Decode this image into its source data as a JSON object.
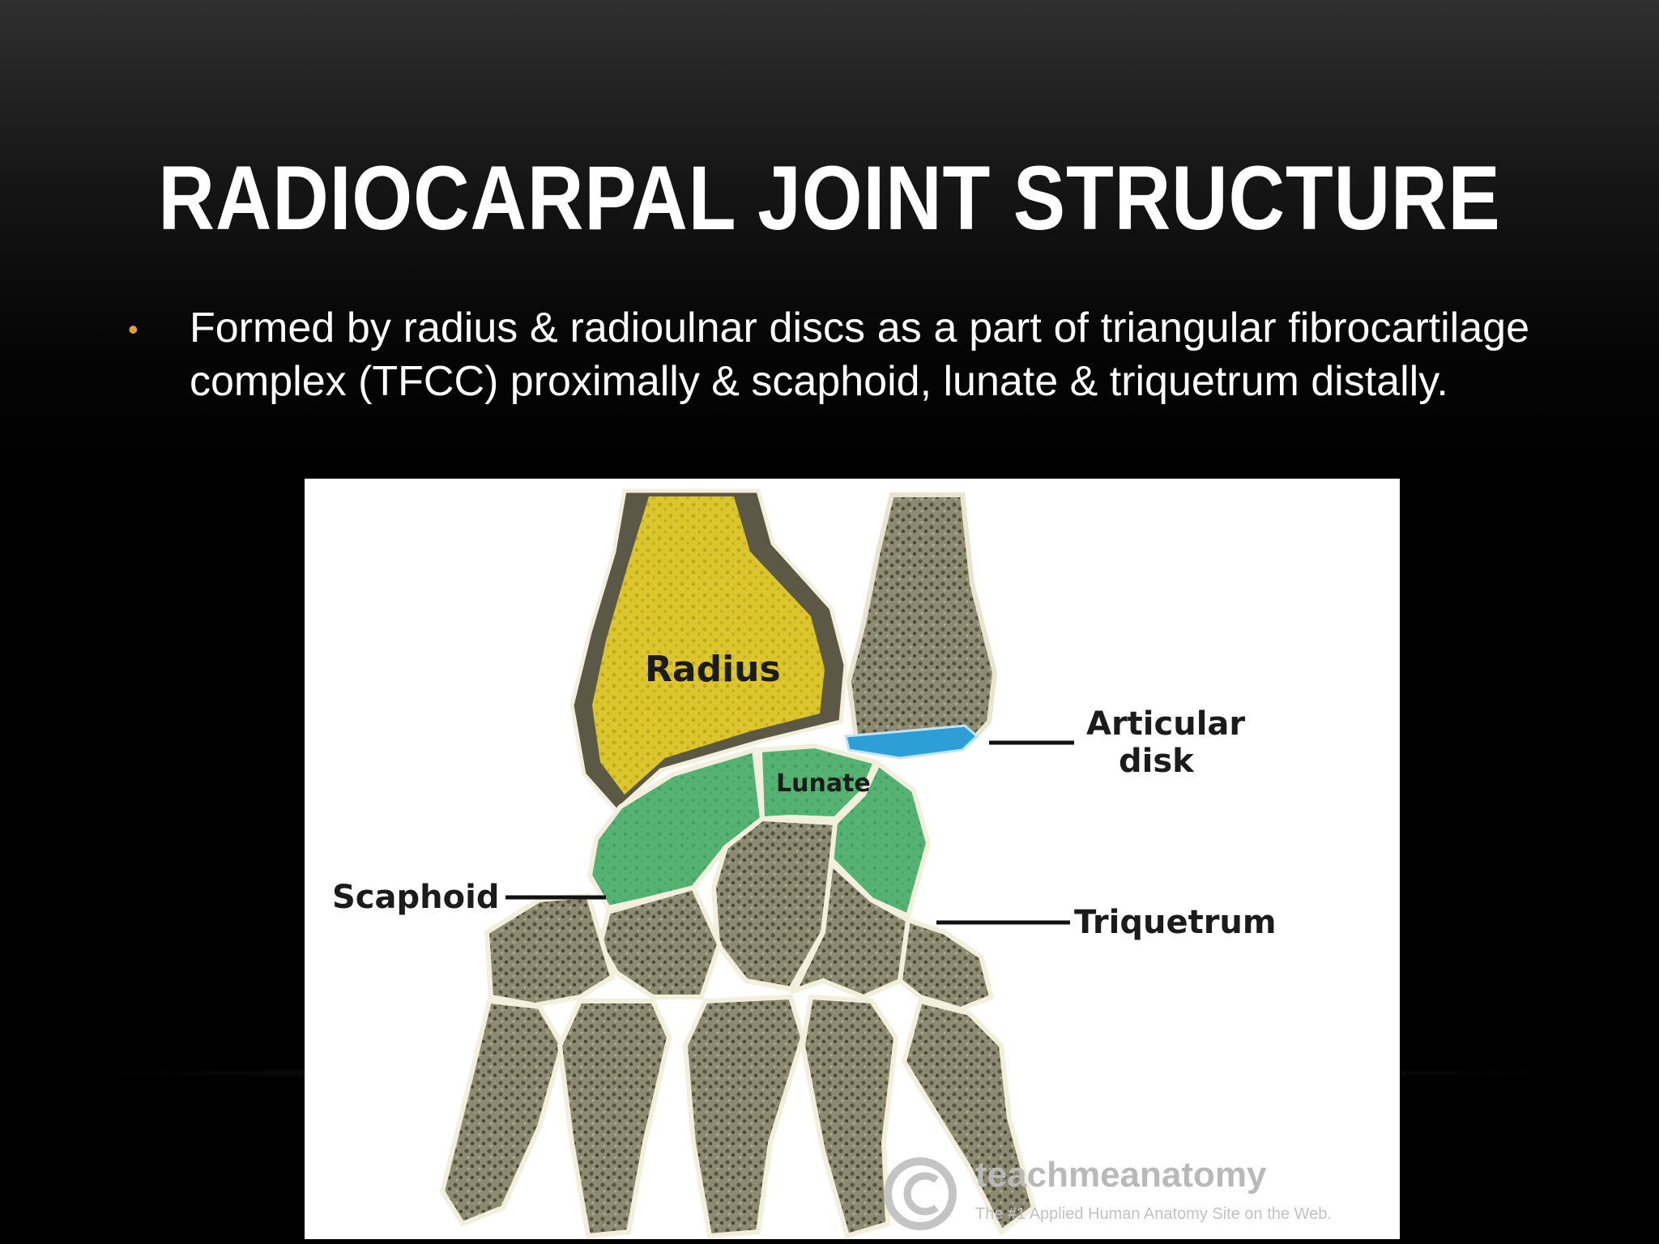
{
  "slide": {
    "title": "RADIOCARPAL JOINT STRUCTURE",
    "bullets": [
      {
        "symbol": "•",
        "text": "Formed by radius & radioulnar discs as a part of triangular fibrocartilage complex (TFCC) proximally & scaphoid, lunate & triquetrum distally."
      }
    ],
    "colors": {
      "title": "#ffffff",
      "bullet": "#e3a13a",
      "radius": "#d9c22a",
      "carpal_green": "#4fae6e",
      "articular_disk": "#2e9fd6"
    }
  },
  "figure": {
    "labels": {
      "radius": "Radius",
      "lunate": "Lunate",
      "scaphoid": "Scaphoid",
      "triquetrum": "Triquetrum",
      "articular_disk_line1": "Articular",
      "articular_disk_line2": "disk"
    },
    "watermark": {
      "brand": "teachmeanatomy",
      "tagline": "The #1 Applied Human Anatomy Site on the Web."
    }
  }
}
